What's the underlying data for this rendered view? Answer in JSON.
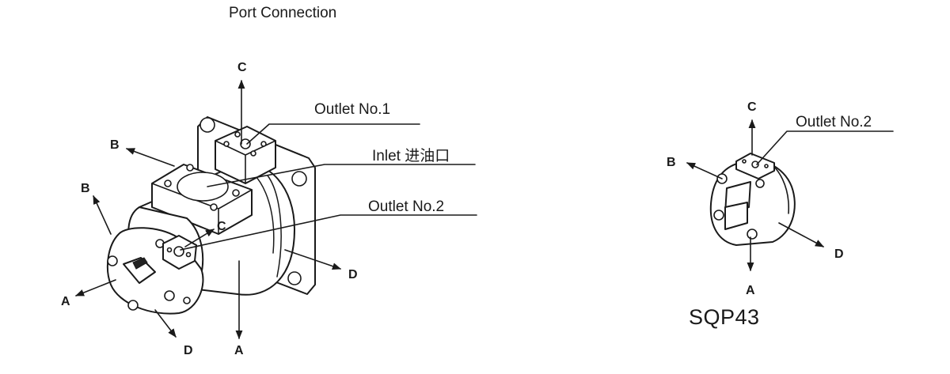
{
  "title": "Port Connection",
  "model": "SQP43",
  "left_view": {
    "labels": {
      "outlet1": "Outlet No.1",
      "inlet": "Inlet 进油口",
      "outlet2": "Outlet No.2",
      "dir_c_top": "C",
      "dir_c_inner": "C",
      "dir_b_upper": "B",
      "dir_b_lower": "B",
      "dir_a_left": "A",
      "dir_a_bottom": "A",
      "dir_d_right": "D",
      "dir_d_bottom": "D"
    }
  },
  "right_view": {
    "labels": {
      "outlet2": "Outlet No.2",
      "dir_c": "C",
      "dir_b": "B",
      "dir_d": "D",
      "dir_a": "A"
    }
  },
  "colors": {
    "line": "#1a1a1a",
    "background": "#ffffff"
  }
}
